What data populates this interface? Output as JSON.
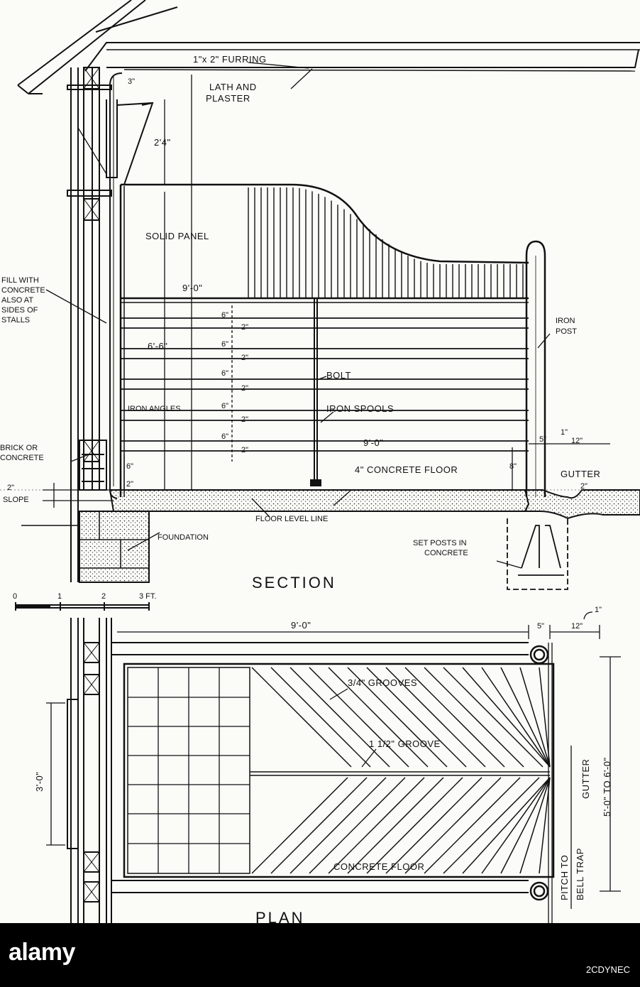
{
  "labels": {
    "furring": "1\"x 2\" FURRING",
    "lath_1": "LATH  AND",
    "lath_2": "PLASTER",
    "dim_3": "3\"",
    "dim_2_4": "2'4\"",
    "solid_panel": "SOLID PANEL",
    "height_9_0": "9'-0\"",
    "fill_1": "FILL WITH",
    "fill_2": "CONCRETE",
    "fill_3": "ALSO AT",
    "fill_4": "SIDES OF",
    "fill_5": "STALLS",
    "dim_6_6": "6'-6\"",
    "six": "6\"",
    "two": "2\"",
    "bolt": "BOLT",
    "iron_angles": "IRON ANGLES",
    "iron_spools": "IRON SPOOLS",
    "stall_len": "9'-0\"",
    "iron_post_1": "IRON",
    "iron_post_2": "POST",
    "dim_5": "5\"",
    "dim_1": "1\"",
    "dim_12": "12\"",
    "brick_1": "BRICK OR",
    "brick_2": "CONCRETE",
    "slope_1": "2\"",
    "slope_2": "SLOPE",
    "concrete_floor_4": "4\" CONCRETE FLOOR",
    "dim_8": "8\"",
    "gutter": "GUTTER",
    "gutter_2": "2\"",
    "floor_level": "FLOOR LEVEL LINE",
    "foundation": "FOUNDATION",
    "set_posts_1": "SET POSTS IN",
    "set_posts_2": "CONCRETE",
    "section_title": "SECTION",
    "scale_0": "0",
    "scale_1": "1",
    "scale_2": "2",
    "scale_3": "3 FT.",
    "plan_len": "9'-0\"",
    "plan_5": "5\"",
    "plan_1": "1\"",
    "plan_12": "12\"",
    "grooves_34": "3/4\" GROOVES",
    "groove_112": "1 1/2\" GROOVE",
    "window_dim": "3'-0\"",
    "plan_concrete_floor": "CONCRETE FLOOR",
    "gutter_vert": "GUTTER",
    "pitch_1": "PITCH TO",
    "pitch_2": "BELL TRAP",
    "stall_width": "5'-0\" TO 6'-0\"",
    "plan_title": "PLAN"
  },
  "stock": {
    "logo": "alamy",
    "id": "2CDYNEC"
  }
}
